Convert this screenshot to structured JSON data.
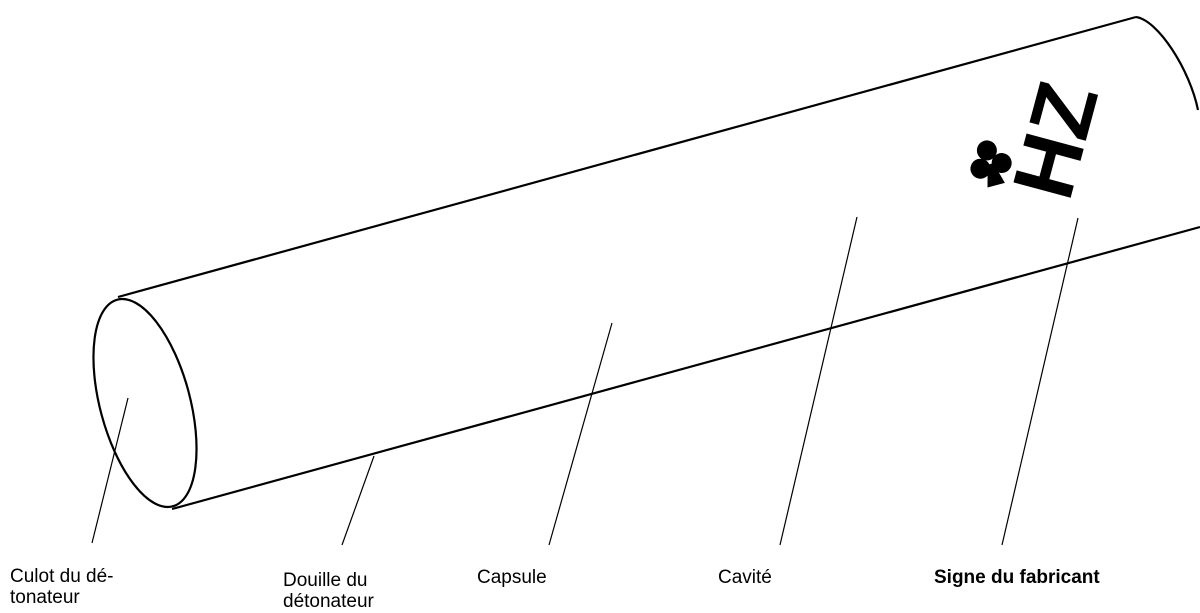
{
  "labels": {
    "culot": {
      "line1": "Culot du dé-",
      "line2": "tonateur"
    },
    "douille": {
      "line1": "Douille du",
      "line2": "détonateur"
    },
    "capsule": "Capsule",
    "cavite": "Cavité",
    "signe": "Signe du fabricant"
  },
  "maker_mark": {
    "letters": "HZ",
    "symbol": "club-icon"
  },
  "colors": {
    "stroke": "#000000",
    "background": "#ffffff"
  }
}
